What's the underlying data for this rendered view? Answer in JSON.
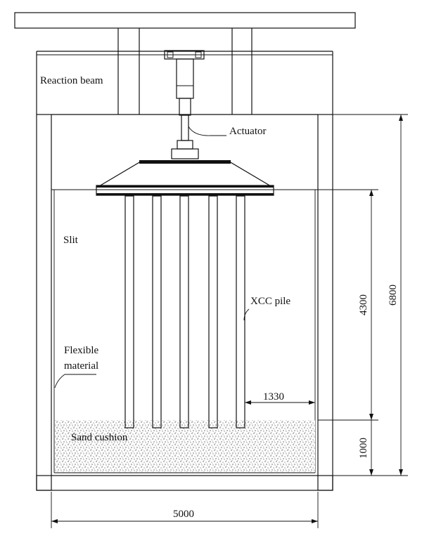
{
  "figure": {
    "labels": {
      "reaction_beam": "Reaction beam",
      "actuator": "Actuator",
      "slit": "Slit",
      "xcc_pile": "XCC pile",
      "flexible_material_1": "Flexible",
      "flexible_material_2": "material",
      "sand_cushion": "Sand cushion"
    },
    "dimensions": {
      "total_height": "6800",
      "pile_length": "4300",
      "cushion_thickness": "1000",
      "pile_to_wall": "1330",
      "box_width": "5000"
    },
    "colors": {
      "ink": "#111111",
      "fill": "#ffffff"
    }
  }
}
